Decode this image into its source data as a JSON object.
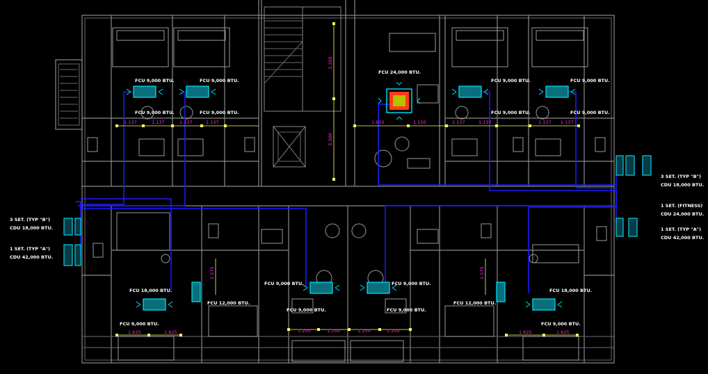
{
  "plan": {
    "fcu_labels": [
      "FCU 9,000 BTU.",
      "FCU 9,000 BTU.",
      "FCU 9,000 BTU.",
      "FCU 9,000 BTU.",
      "FCU 24,000 BTU.",
      "FCU 9,000 BTU.",
      "FCU 9,000 BTU.",
      "FCU 9,000 BTU.",
      "FCU 9,000 BTU.",
      "FCU 18,000 BTU.",
      "FCU 9,000 BTU.",
      "FCU 12,000 BTU.",
      "FCU 9,000 BTU.",
      "FCU 9,000 BTU.",
      "FCU 9,000 BTU.",
      "FCU 9,000 BTU.",
      "FCU 12,000 BTU.",
      "FCU 18,000 BTU.",
      "FCU 9,000 BTU."
    ],
    "cdu_left": [
      {
        "title": "3 SET. (TYP \"B\")",
        "detail": "CDU 18,000 BTU."
      },
      {
        "title": "1 SET. (TYP \"A\")",
        "detail": "CDU 42,000 BTU."
      }
    ],
    "cdu_right": [
      {
        "title": "3 SET. (TYP \"B\")",
        "detail": "CDU 18,000 BTU."
      },
      {
        "title": "1 SET. (FITNESS)",
        "detail": "CDU 24,000 BTU."
      },
      {
        "title": "1 SET. (TYP \"A\")",
        "detail": "CDU 42,000 BTU."
      }
    ],
    "dims_upper": [
      "1.137",
      "1.137",
      "1.137",
      "1.137",
      "1.650",
      "1.150",
      "1.137",
      "1.137",
      "1.137",
      "1.137"
    ],
    "dims_lower": [
      "1.625",
      "1.625",
      "1.250",
      "1.250",
      "1.250",
      "1.250",
      "1.625",
      "1.625"
    ],
    "dims_vertical": [
      "3.350",
      "3.300",
      "1.575",
      "1.575"
    ],
    "colors": {
      "background": "#000000",
      "walls": "#8a8a8a",
      "furniture": "#9a9a9a",
      "pipes": "#1a1aff",
      "fcu": "#00e5ff",
      "fcu_fill": "#0a6f7a",
      "dims": "#ff2bd6",
      "dim_lines": "#ffff66",
      "text": "#ffffff",
      "fitness_unit": "#ff3b1a"
    }
  }
}
